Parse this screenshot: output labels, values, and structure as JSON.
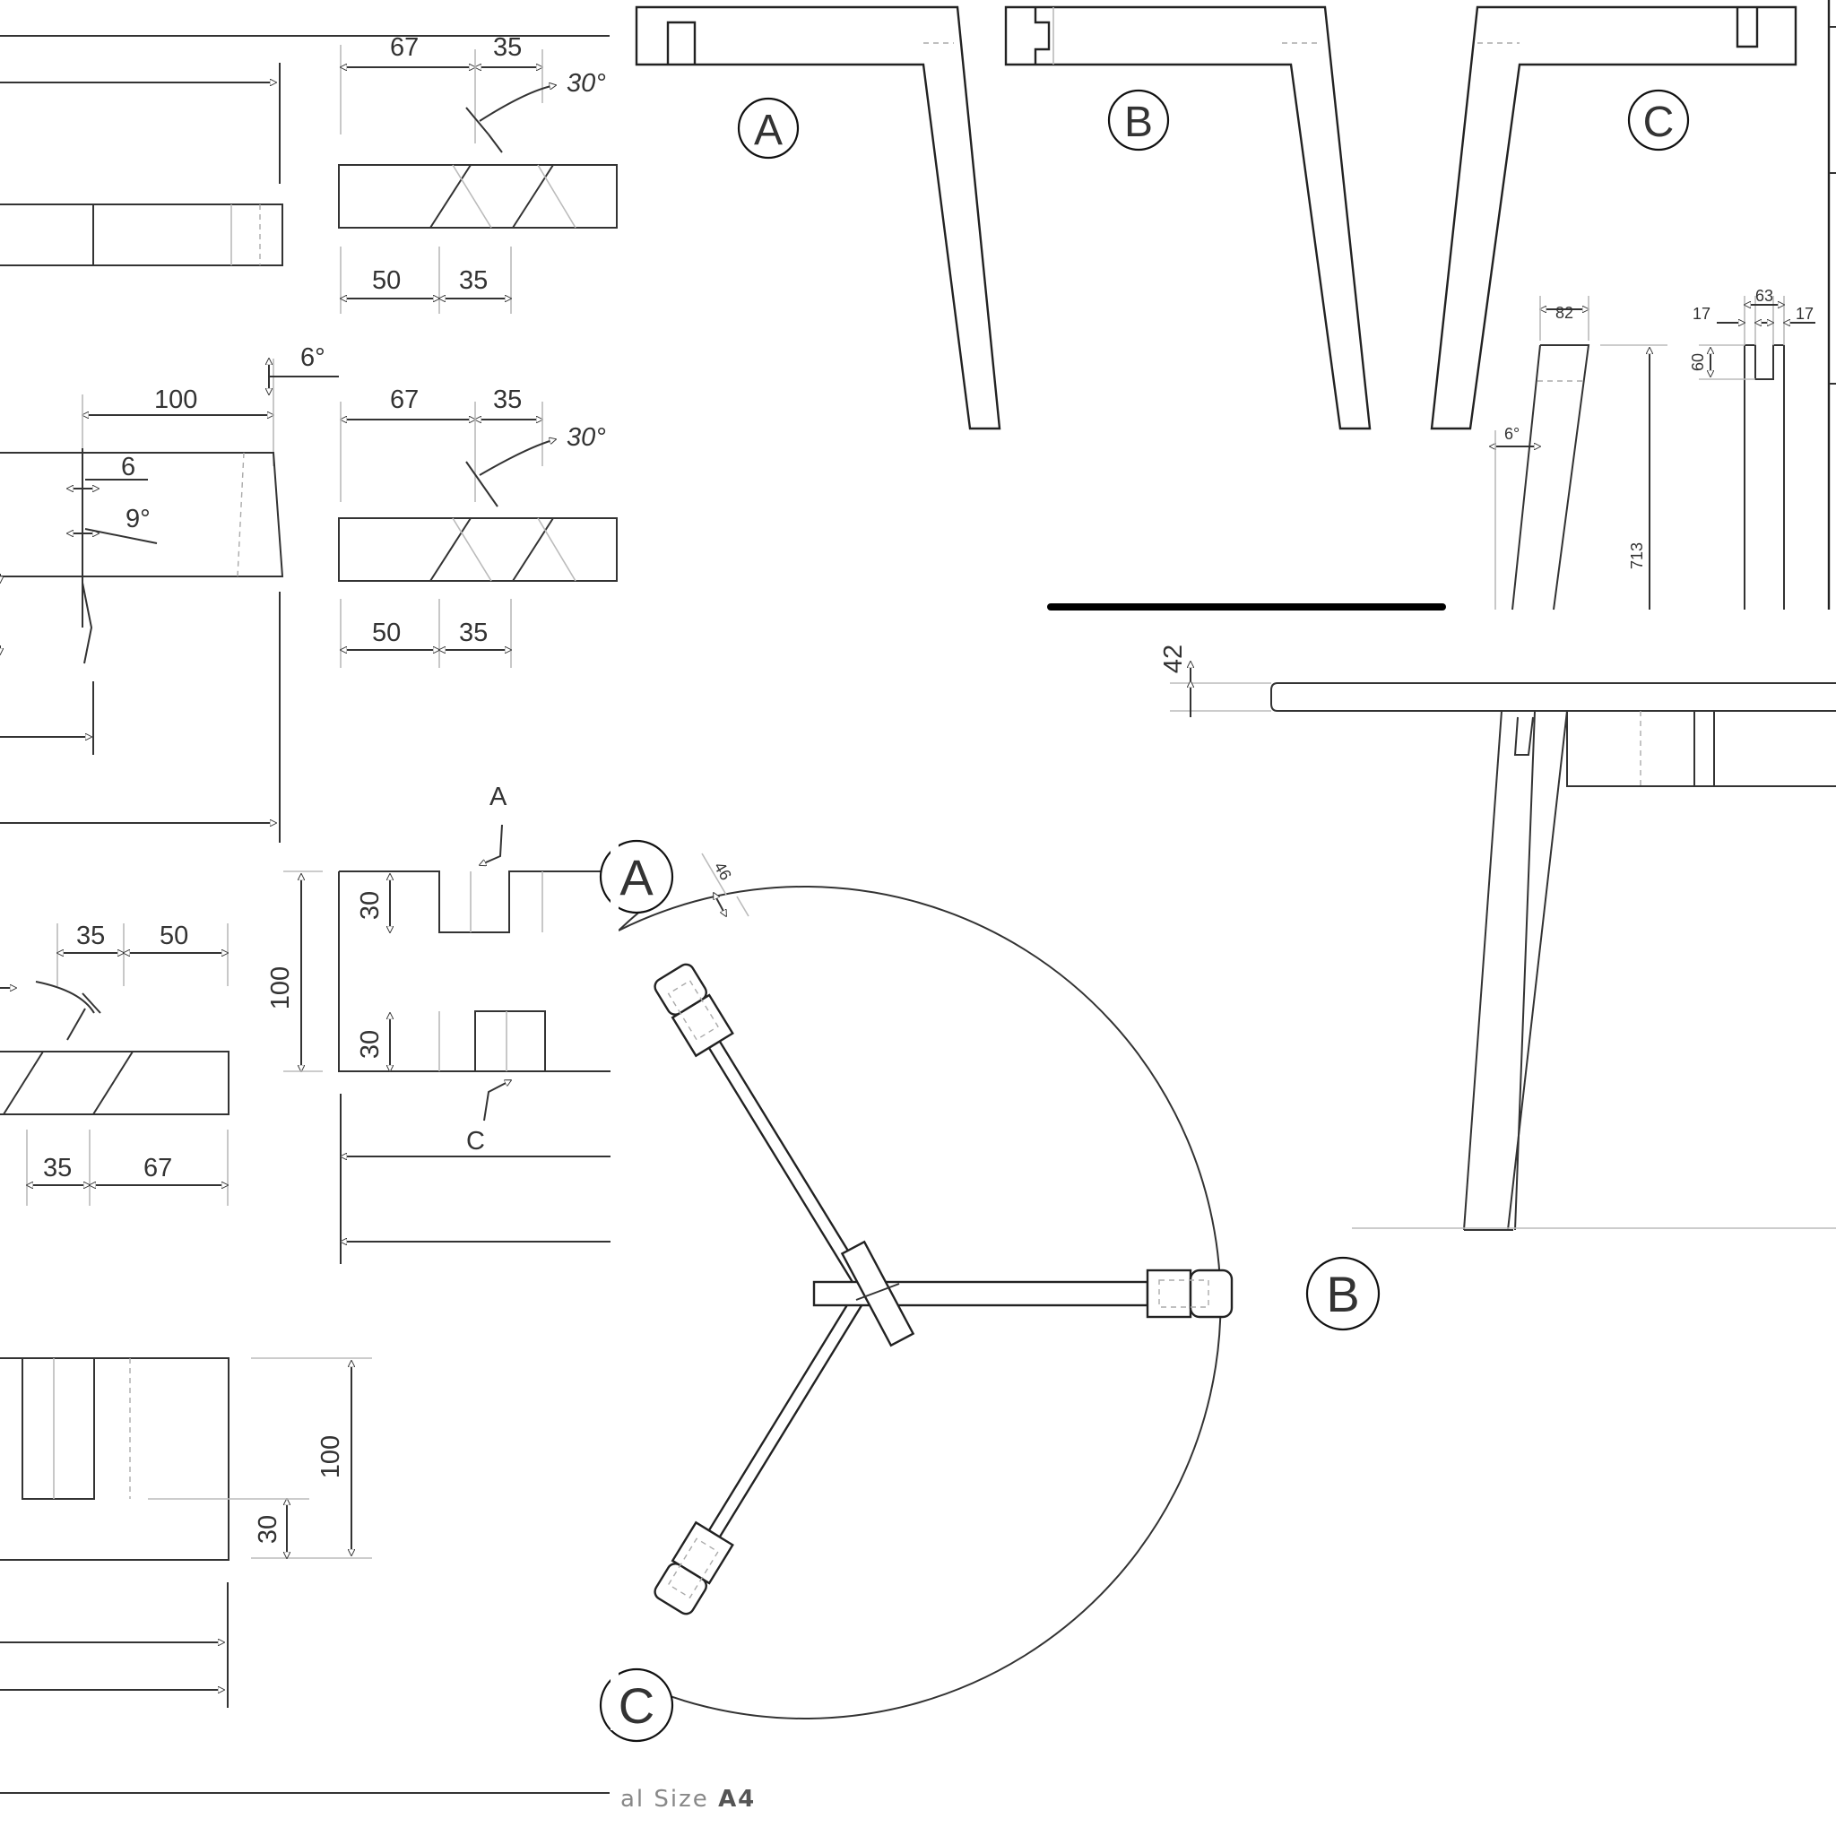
{
  "dimensions": {
    "d67": "67",
    "d35": "35",
    "d30deg": "30°",
    "d50": "50",
    "d100": "100",
    "d6deg": "6°",
    "d6": "6",
    "d9deg": "9°",
    "d30": "30",
    "d46": "46",
    "d82": "82",
    "d63": "63",
    "d17": "17",
    "d60": "60",
    "d713": "713",
    "d42": "42"
  },
  "labels": {
    "a": "A",
    "b": "B",
    "c": "C"
  },
  "footer": {
    "prefix": "al Size ",
    "size": "A4"
  }
}
